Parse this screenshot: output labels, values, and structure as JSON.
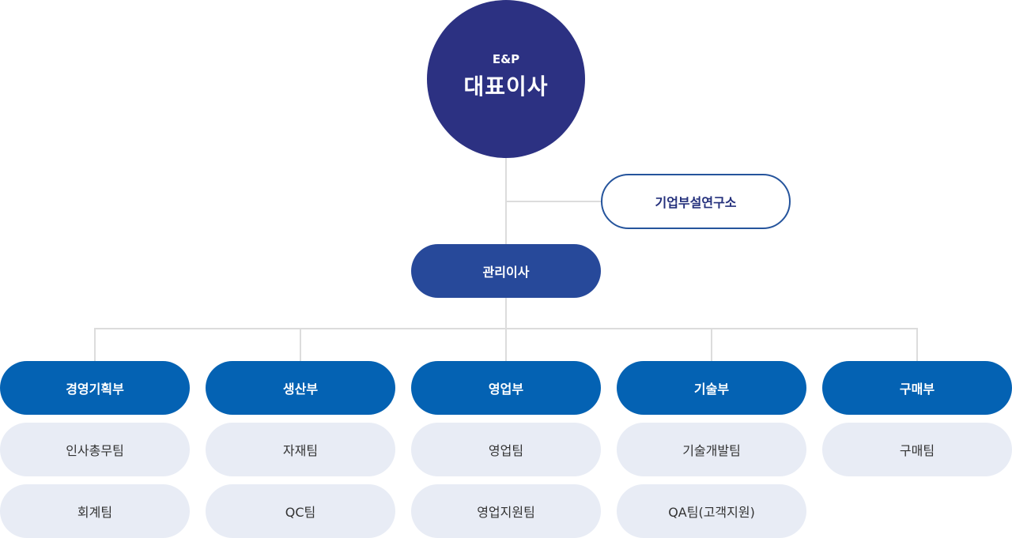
{
  "ceo": {
    "subtitle": "E&P",
    "title": "대표이사"
  },
  "lab": {
    "label": "기업부설연구소"
  },
  "director": {
    "label": "관리이사"
  },
  "departments": [
    {
      "label": "경영기획부",
      "teams": [
        "인사총무팀",
        "회계팀"
      ]
    },
    {
      "label": "생산부",
      "teams": [
        "자재팀",
        "QC팀"
      ]
    },
    {
      "label": "영업부",
      "teams": [
        "영업팀",
        "영업지원팀"
      ]
    },
    {
      "label": "기술부",
      "teams": [
        "기술개발팀",
        "QA팀(고객지원)"
      ]
    },
    {
      "label": "구매부",
      "teams": [
        "구매팀"
      ]
    }
  ],
  "colors": {
    "ceo": "#2c3182",
    "director": "#27499a",
    "department": "#0462b3",
    "team": "#e8ecf5",
    "lab_border": "#25549c",
    "connector": "#dcdcdc"
  }
}
